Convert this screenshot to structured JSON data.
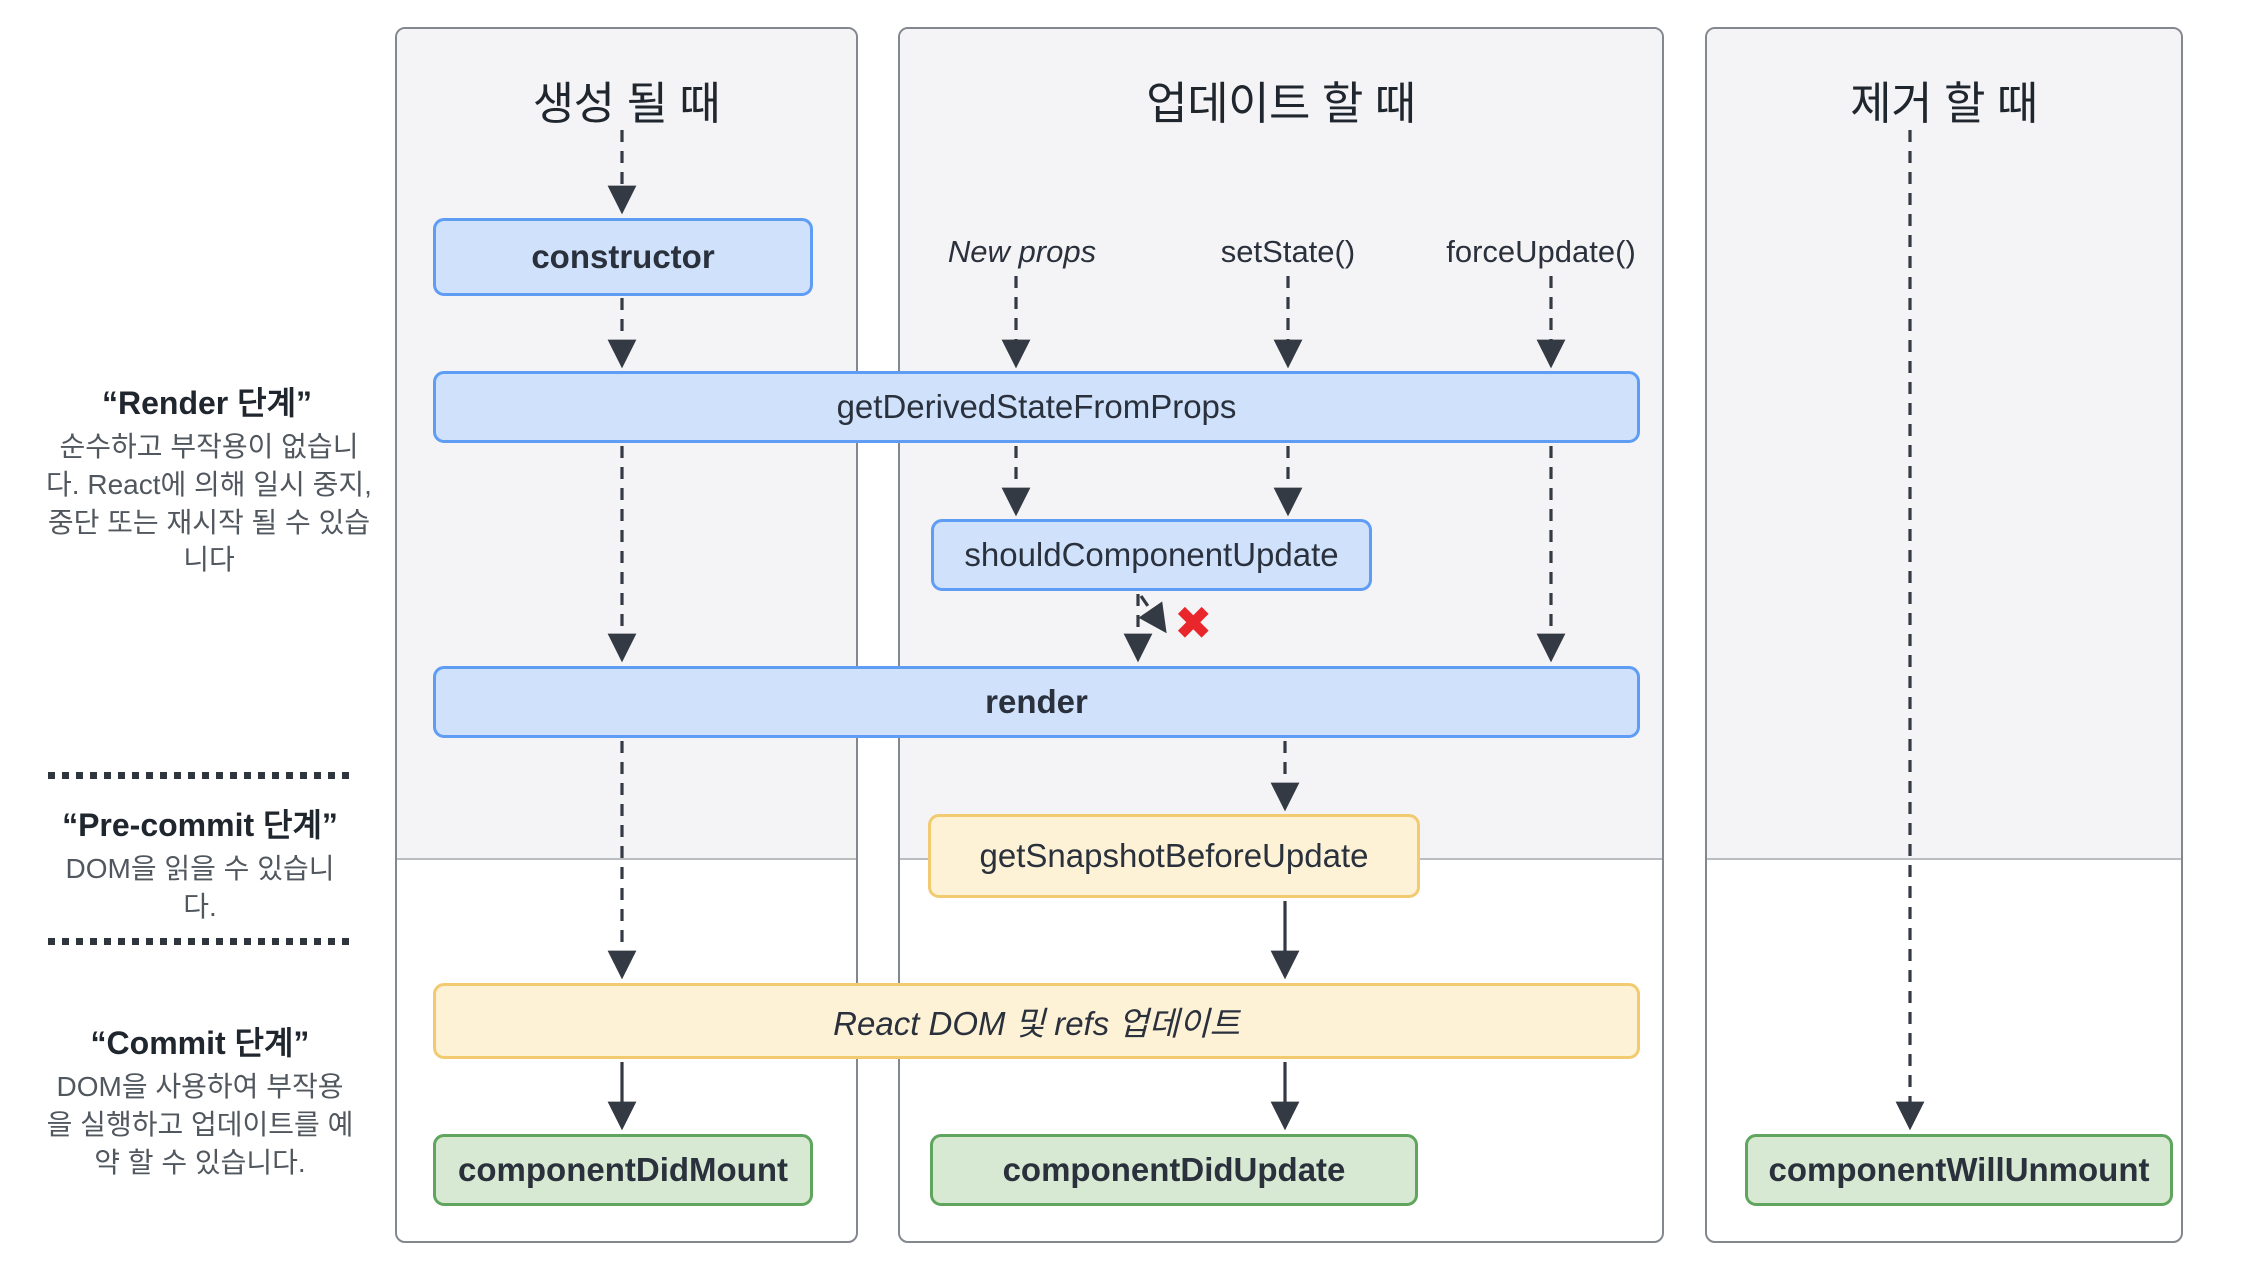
{
  "columns": [
    {
      "id": "mount",
      "title": "생성 될 때"
    },
    {
      "id": "update",
      "title": "업데이트 할 때"
    },
    {
      "id": "unmount",
      "title": "제거 할 때"
    }
  ],
  "sidebar": {
    "render_phase": {
      "title": "“Render 단계”",
      "body": "순수하고 부작용이 없습니다. React에 의해 일시 중지, 중단 또는 재시작 될 수 있습니다"
    },
    "pre_commit_phase": {
      "title": "“Pre-commit 단계”",
      "body": "DOM을 읽을 수 있습니다."
    },
    "commit_phase": {
      "title": "“Commit 단계”",
      "body": "DOM을 사용하여 부작용을 실행하고 업데이트를 예약 할 수 있습니다."
    }
  },
  "triggers": [
    {
      "label": "New props"
    },
    {
      "label": "setState()"
    },
    {
      "label": "forceUpdate()"
    }
  ],
  "nodes": {
    "constructor": {
      "label": "constructor"
    },
    "getDerivedStateFromProps": {
      "label": "getDerivedStateFromProps"
    },
    "shouldComponentUpdate": {
      "label": "shouldComponentUpdate"
    },
    "render": {
      "label": "render"
    },
    "getSnapshotBeforeUpdate": {
      "label": "getSnapshotBeforeUpdate"
    },
    "reactDomUpdate": {
      "label": "React DOM 및 refs 업데이트"
    },
    "componentDidMount": {
      "label": "componentDidMount"
    },
    "componentDidUpdate": {
      "label": "componentDidUpdate"
    },
    "componentWillUnmount": {
      "label": "componentWillUnmount"
    }
  },
  "markers": {
    "no_update": "✖"
  },
  "colors": {
    "node_blue_fill": "#cfe1fb",
    "node_blue_border": "#5f9df4",
    "node_yellow_fill": "#fdf2d6",
    "node_yellow_border": "#f2cb71",
    "node_green_fill": "#d7e9d2",
    "node_green_border": "#5fa55e",
    "arrow": "#333a43",
    "x_mark": "#e9262c",
    "panel_shade": "#f4f4f6",
    "panel_border": "#83878e"
  }
}
